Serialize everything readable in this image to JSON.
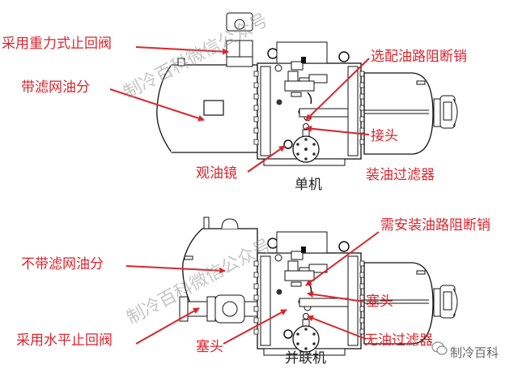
{
  "diagram": {
    "colors": {
      "label": "#d8262e",
      "line": "#111111",
      "watermark": "#969696"
    },
    "top_unit": {
      "caption": "单机",
      "labels": {
        "check_valve": "采用重力式止回阀",
        "oil_separator": "带滤网油分",
        "sight_glass": "观油镜",
        "oil_block_pin": "选配油路阻断销",
        "fitting": "接头",
        "oil_filter": "装油过滤器"
      }
    },
    "bottom_unit": {
      "caption": "并联机",
      "labels": {
        "oil_separator": "不带滤网油分",
        "check_valve": "采用水平止回阀",
        "plug_left": "塞头",
        "oil_block_pin": "需安装油路阻断销",
        "plug_right": "塞头",
        "no_filter": "无油过滤器"
      }
    },
    "watermarks": {
      "top": "制冷百科微信公众号",
      "bottom": "制冷百科微信公众号"
    },
    "brand": {
      "icon": "wechat-icon",
      "name": "制冷百科"
    }
  }
}
